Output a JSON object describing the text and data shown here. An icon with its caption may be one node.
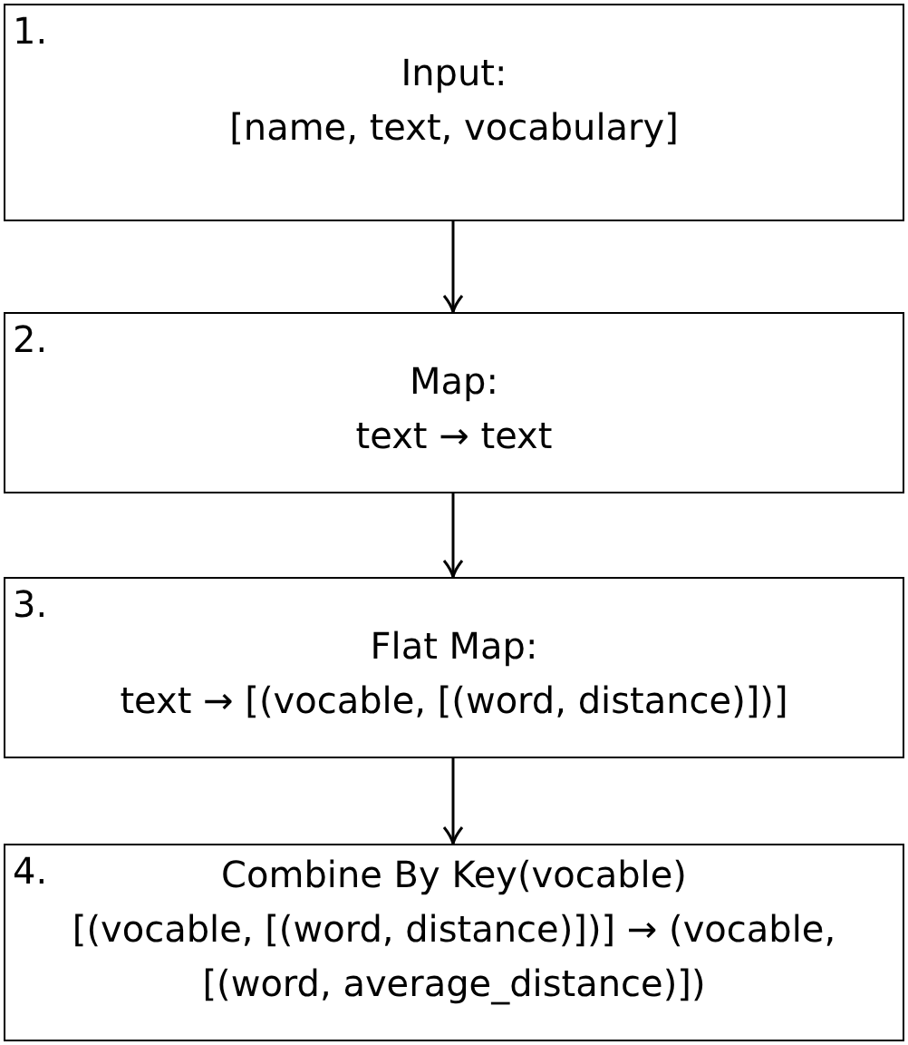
{
  "diagram": {
    "nodes": [
      {
        "text": [
          "1.",
          "Input:",
          "[name, text, vocabulary]"
        ]
      },
      {
        "text": [
          "2.",
          "Map:",
          "text → text"
        ]
      },
      {
        "text": [
          "3.",
          "Flat Map:",
          "text → [(vocable, [(word, distance)])]"
        ]
      },
      {
        "text": [
          "4.",
          "Combine By Key(vocable)",
          "[(vocable, [(word, distance)])] → (vocable, [(word, average_distance)])"
        ]
      }
    ],
    "edges": [
      {
        "from": 0,
        "to": 1,
        "arrow": "to"
      },
      {
        "from": 1,
        "to": 2,
        "arrow": "to"
      },
      {
        "from": 2,
        "to": 3,
        "arrow": "to"
      }
    ]
  }
}
